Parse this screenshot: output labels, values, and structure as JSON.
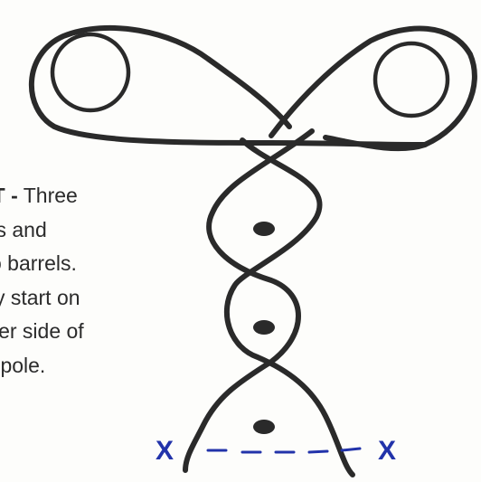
{
  "caption": {
    "lines": [
      {
        "bold": "Flag T -",
        "text": " Three"
      },
      {
        "text": "poles and"
      },
      {
        "text": "two barrels."
      },
      {
        "text": "May start on"
      },
      {
        "text": "either side of"
      },
      {
        "text": "first pole."
      }
    ]
  },
  "markers": {
    "left_mark": "X",
    "right_mark": "X"
  },
  "colors": {
    "ink": "#2a2a2a",
    "marker": "#2233aa",
    "paper": "#fdfdfb"
  }
}
